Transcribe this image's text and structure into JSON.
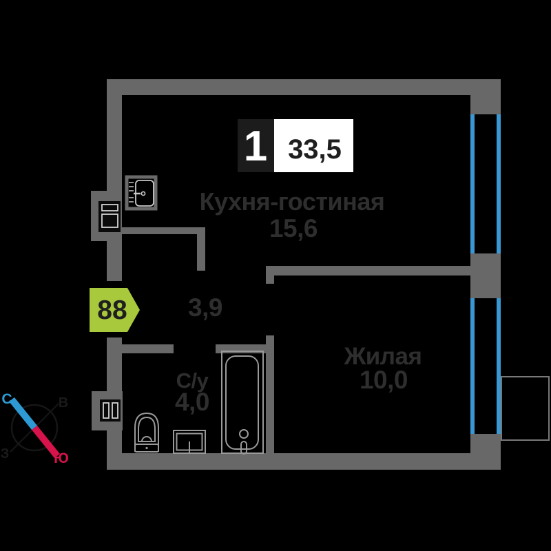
{
  "plan_badge": {
    "rooms_count": "1",
    "total_area": "33,5"
  },
  "unit_marker": {
    "number": "88"
  },
  "rooms": {
    "kitchen_living": {
      "name": "Кухня-гостиная",
      "area": "15,6"
    },
    "hallway": {
      "area": "3,9"
    },
    "bathroom": {
      "name": "С/у",
      "area": "4,0"
    },
    "living_room": {
      "name": "Жилая",
      "area": "10,0"
    }
  },
  "compass": {
    "north": "С",
    "east": "В",
    "west": "З",
    "south": "Ю"
  },
  "colors": {
    "background": "#000000",
    "wall": "#686868",
    "window_glass": "#3997D3",
    "unit_marker": "#A8C93C",
    "badge_rooms_bg": "#1C1C1C",
    "badge_area_bg": "#FFFFFF",
    "room_label_text": "#2E2E2E",
    "fixture_stroke": "#9A9A9A",
    "compass_north": "#2E9AD4",
    "compass_south": "#D6134B"
  }
}
